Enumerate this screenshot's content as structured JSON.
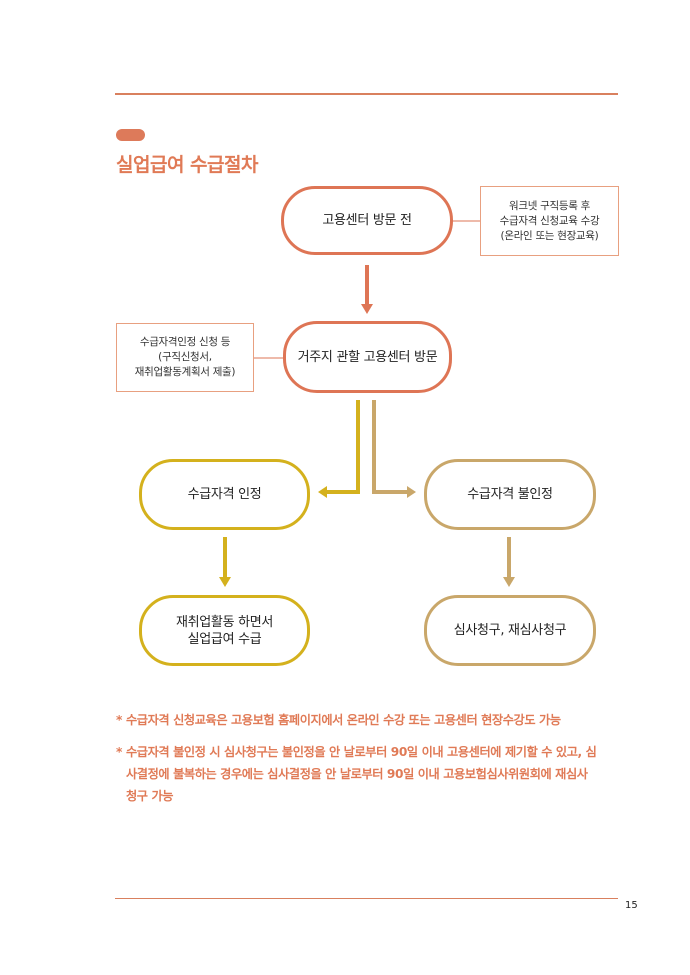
{
  "section": {
    "title": "실업급여 수급절차"
  },
  "flow": {
    "step1": "고용센터 방문 전",
    "step1_note": "워크넷 구직등록 후\n수급자격 신청교육 수강\n(온라인 또는 현장교육)",
    "step2": "거주지 관할 고용센터 방문",
    "step2_note": "수급자격인정 신청 등\n(구직신청서,\n재취업활동계획서 제출)",
    "approved": "수급자격 인정",
    "denied": "수급자격 불인정",
    "approved_result": "재취업활동 하면서\n실업급여 수급",
    "denied_result": "심사청구, 재심사청구"
  },
  "footnotes": {
    "note1": "수급자격 신청교육은 고용보험 홈페이지에서 온라인 수강 또는 고용센터 현장수강도 가능",
    "note2_line1": "수급자격 불인정 시 심사청구는 불인정을 안 날로부터 90일 이내 고용센터에 제기할 수 있고, 심",
    "note2_line2": "사결정에 불복하는 경우에는 심사결정을 안 날로부터 90일 이내 고용보험심사위원회에 재심사",
    "note2_line3": "청구 가능"
  },
  "page": {
    "number": "15"
  },
  "colors": {
    "orange": "#de7555",
    "yellow": "#d4b11d",
    "tan": "#c9a76a"
  }
}
